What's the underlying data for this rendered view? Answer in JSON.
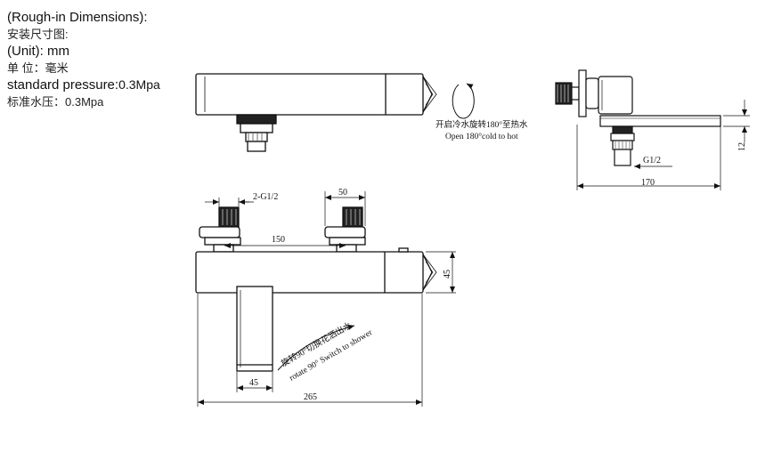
{
  "specs": {
    "title_en": "(Rough-in Dimensions):",
    "title_cn": "安装尺寸图:",
    "unit_en": "(Unit): mm",
    "unit_cn": "单 位：毫米",
    "pressure_en_label": "standard pressure:",
    "pressure_en_value": "0.3Mpa",
    "pressure_cn": "标准水压：0.3Mpa"
  },
  "top_view": {
    "note_cn": "开启冷水旋转180°至热水",
    "note_en": "Open 180°cold to hot"
  },
  "side_view": {
    "dim_thread": "G1/2",
    "dim_length": "170",
    "dim_height": "12"
  },
  "front_view": {
    "dim_inlets": "2-G1/2",
    "dim_cap": "50",
    "dim_spacing": "150",
    "dim_body_height": "45",
    "dim_spout_width": "45",
    "dim_total_length": "265",
    "note_cn": "旋转90°切换花洒出水",
    "note_en": "rotate 90° Switch to shower"
  }
}
